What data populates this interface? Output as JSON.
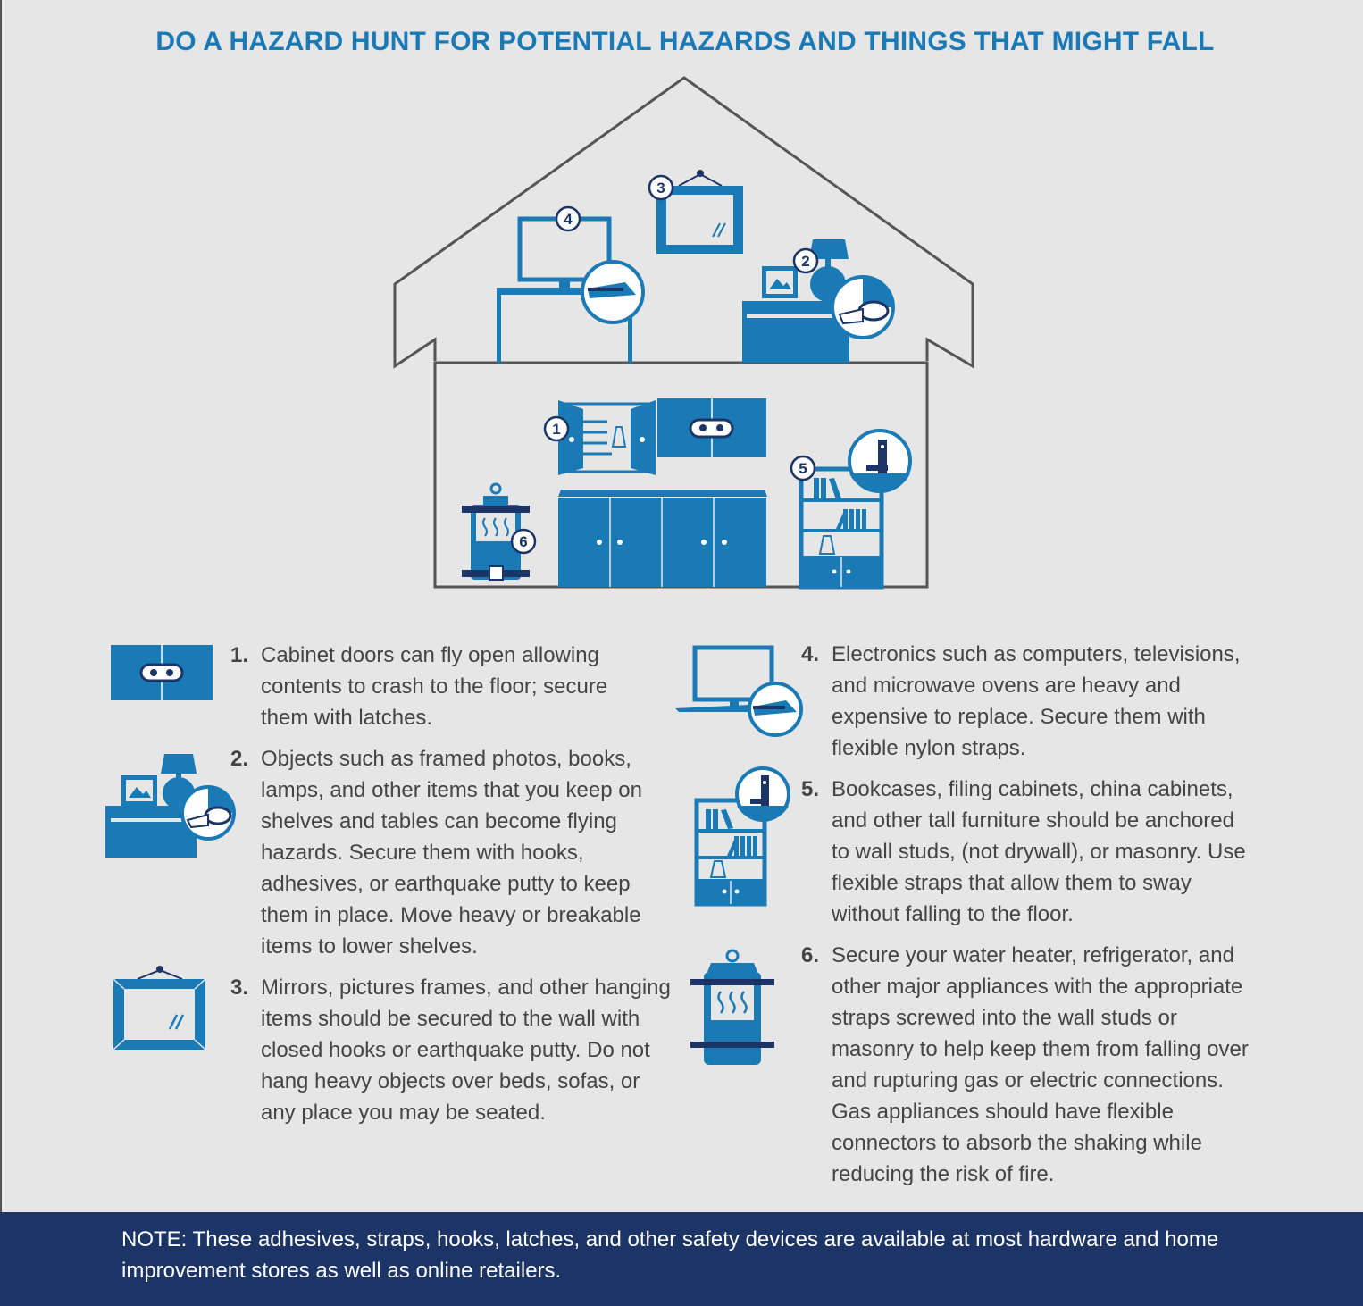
{
  "title": "DO A HAZARD HUNT FOR POTENTIAL HAZARDS AND THINGS THAT MIGHT FALL",
  "colors": {
    "blue": "#1a7ab5",
    "navy": "#1d3566",
    "text": "#444444",
    "background": "#e6e6e6"
  },
  "diagram": {
    "markers": [
      "1",
      "2",
      "3",
      "4",
      "5",
      "6"
    ]
  },
  "items": [
    {
      "number": "1.",
      "icon": "cabinet-latch-icon",
      "text": "Cabinet doors can fly open allowing contents to crash to the floor; secure them with latches."
    },
    {
      "number": "2.",
      "icon": "table-objects-adhesive-icon",
      "text": "Objects such as framed photos, books, lamps, and other items that you keep on shelves and tables can become flying hazards. Secure them with hooks, adhesives, or earthquake putty to keep them in place. Move heavy or breakable items to lower shelves."
    },
    {
      "number": "3.",
      "icon": "mirror-frame-icon",
      "text": "Mirrors, pictures frames, and other hanging items should be secured to the wall with closed hooks or earthquake putty. Do not hang heavy objects over beds, sofas, or any place you may be seated."
    },
    {
      "number": "4.",
      "icon": "computer-strap-icon",
      "text": "Electronics such as computers, televisions, and microwave ovens are heavy and expensive to replace. Secure them with flexible nylon straps."
    },
    {
      "number": "5.",
      "icon": "bookcase-anchor-icon",
      "text": "Bookcases, filing cabinets, china cabinets, and other tall furniture should be anchored to wall studs, (not drywall), or masonry. Use flexible straps that allow them to sway without falling to the floor."
    },
    {
      "number": "6.",
      "icon": "water-heater-strap-icon",
      "text": "Secure your water heater, refrigerator, and other major appliances with the appropriate straps screwed into the wall studs or masonry to help keep them from falling over and rupturing gas or electric connections. Gas appliances should have flexible connectors to absorb the shaking while reducing the risk of fire."
    }
  ],
  "note": "NOTE: These adhesives, straps, hooks, latches, and other safety devices are available at most hardware and home improvement stores as well as online retailers."
}
